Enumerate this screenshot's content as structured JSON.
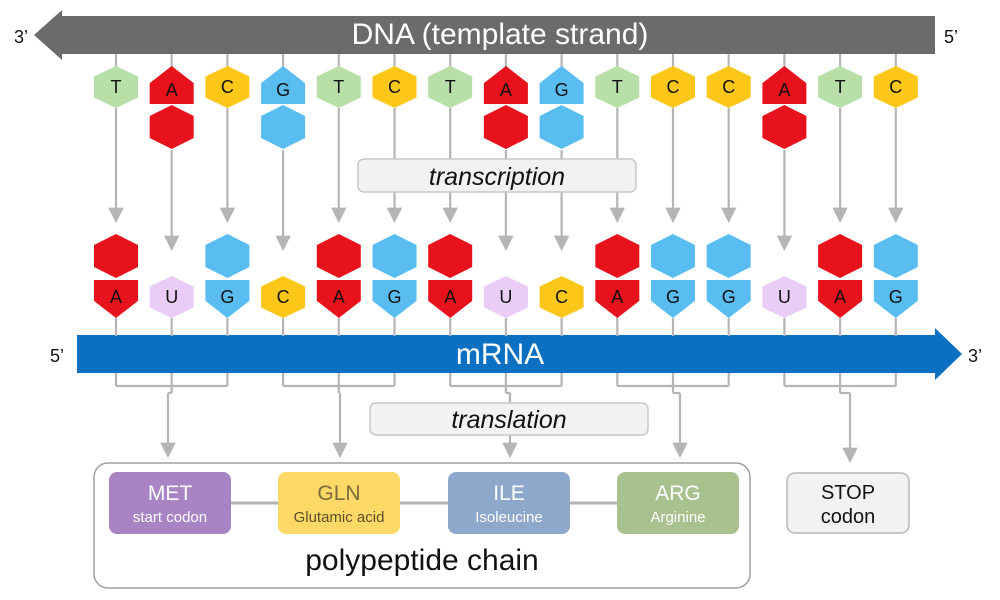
{
  "dna": {
    "label": "DNA (template strand)",
    "end_left": "3’",
    "end_right": "5’",
    "bases": [
      "T",
      "A",
      "C",
      "G",
      "T",
      "C",
      "T",
      "A",
      "G",
      "T",
      "C",
      "C",
      "A",
      "T",
      "C"
    ]
  },
  "mrna": {
    "label": "mRNA",
    "end_left": "5’",
    "end_right": "3’",
    "bases": [
      "A",
      "U",
      "G",
      "C",
      "A",
      "G",
      "A",
      "U",
      "C",
      "A",
      "G",
      "G",
      "U",
      "A",
      "G"
    ]
  },
  "processes": {
    "transcription": "transcription",
    "translation": "translation"
  },
  "amino_acids": [
    {
      "code": "MET",
      "name": "start codon",
      "color": "#a884c4"
    },
    {
      "code": "GLN",
      "name": "Glutamic acid",
      "color": "#ffd966"
    },
    {
      "code": "ILE",
      "name": "Isoleucine",
      "color": "#8ea8cc"
    },
    {
      "code": "ARG",
      "name": "Arginine",
      "color": "#a9c18f"
    }
  ],
  "stop": {
    "line1": "STOP",
    "line2": "codon"
  },
  "chain_label": "polypeptide chain",
  "base_colors": {
    "A": "#e8121c",
    "T": "#b8dfa8",
    "C": "#fcc719",
    "G": "#59bdf2",
    "U": "#e9cdf7"
  },
  "colors": {
    "dna_arrow": "#6b6b6b",
    "mrna_arrow": "#0b6fc2",
    "connector": "#b5b5b5"
  }
}
